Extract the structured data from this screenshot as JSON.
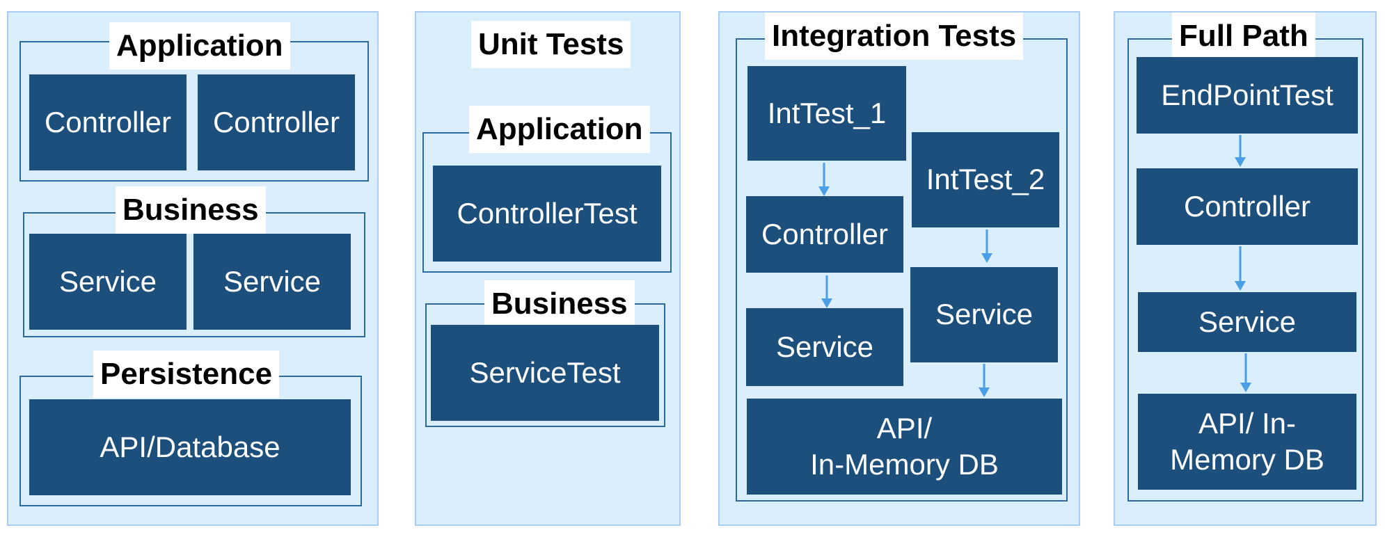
{
  "colors": {
    "panel_bg": "#dbeefc",
    "panel_border": "#a9cdef",
    "box": "#1c4f7c",
    "group_border": "#2b6a9e",
    "arrow": "#4a9fe6"
  },
  "col1": {
    "application": {
      "title": "Application",
      "boxes": [
        "Controller",
        "Controller"
      ]
    },
    "business": {
      "title": "Business",
      "boxes": [
        "Service",
        "Service"
      ]
    },
    "persistence": {
      "title": "Persistence",
      "box": "API/Database"
    }
  },
  "col2": {
    "title": "Unit Tests",
    "application": {
      "title": "Application",
      "box": "ControllerTest"
    },
    "business": {
      "title": "Business",
      "box": "ServiceTest"
    }
  },
  "col3": {
    "title": "Integration Tests",
    "inttest1": "IntTest_1",
    "inttest2": "IntTest_2",
    "controller": "Controller",
    "service_left": "Service",
    "service_right": "Service",
    "api_line1": "API/",
    "api_line2": "In-Memory DB"
  },
  "col4": {
    "title": "Full Path",
    "endpoint": "EndPointTest",
    "controller": "Controller",
    "service": "Service",
    "api_line1": "API/ In-",
    "api_line2": "Memory DB"
  }
}
